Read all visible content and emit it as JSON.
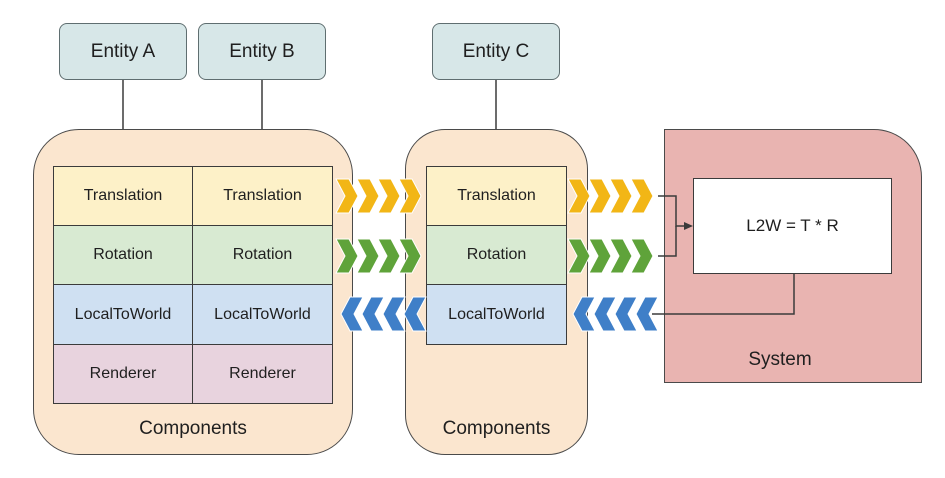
{
  "entities": {
    "a": "Entity A",
    "b": "Entity B",
    "c": "Entity C"
  },
  "components": {
    "translation": "Translation",
    "rotation": "Rotation",
    "local_to_world": "LocalToWorld",
    "renderer": "Renderer"
  },
  "groups": {
    "left_label": "Components",
    "middle_label": "Components"
  },
  "system": {
    "label": "System",
    "formula": "L2W = T * R"
  },
  "colors": {
    "translation_arrow": "#f2b616",
    "rotation_arrow": "#5fa33a",
    "local_to_world_arrow": "#3f7fc8"
  }
}
